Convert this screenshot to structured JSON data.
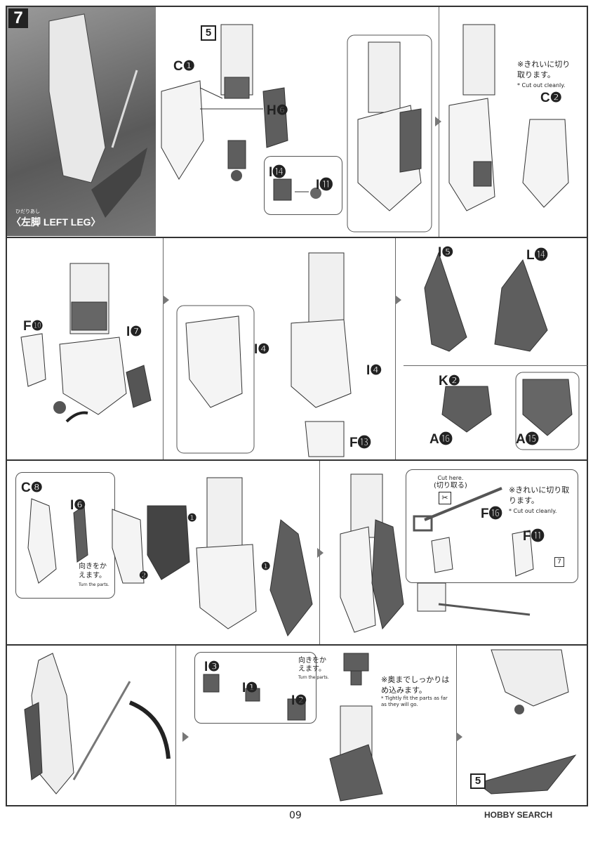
{
  "step": {
    "number": "7",
    "title": "〈左脚 LEFT LEG〉",
    "title_ruby": "ひだりあし",
    "sub_step_ref": "5"
  },
  "row1": {
    "labels": [
      "C❶",
      "H❻",
      "I⓮",
      "I⓫",
      "C❷"
    ],
    "note": {
      "jp": "※きれいに切り取ります。",
      "en": "* Cut out cleanly."
    }
  },
  "row2": {
    "labels": [
      "F❿",
      "I❼",
      "I❹",
      "I❹",
      "F⓭",
      "I❺",
      "L⓮",
      "K❷",
      "A⓰",
      "A⓯"
    ]
  },
  "row3": {
    "labels": [
      "C❽",
      "I❻",
      "❶",
      "❶",
      "❷",
      "F⓰",
      "F⓫"
    ],
    "turn_note": {
      "jp": "向きをかえます。",
      "en": "Turn the parts."
    },
    "cut_here": {
      "en": "Cut here.",
      "jp": "(切り取る)"
    },
    "note": {
      "jp": "※きれいに切り取ります。",
      "en": "* Cut out cleanly."
    },
    "ref_box": "7"
  },
  "row4": {
    "labels": [
      "I❸",
      "I❶",
      "I❷"
    ],
    "turn_note": {
      "jp": "向きをかえます。",
      "en": "Turn the parts."
    },
    "fit_note": {
      "jp": "※奥までしっかりはめ込みます。",
      "en": "* Tightly fit the parts as far as they will go."
    },
    "sub_step_ref": "5"
  },
  "footer": {
    "page": "09",
    "watermark": "HOBBY SEARCH"
  },
  "colors": {
    "part_dark": "#5e5e5e",
    "part_light": "#f2f2f2",
    "line": "#333333"
  }
}
